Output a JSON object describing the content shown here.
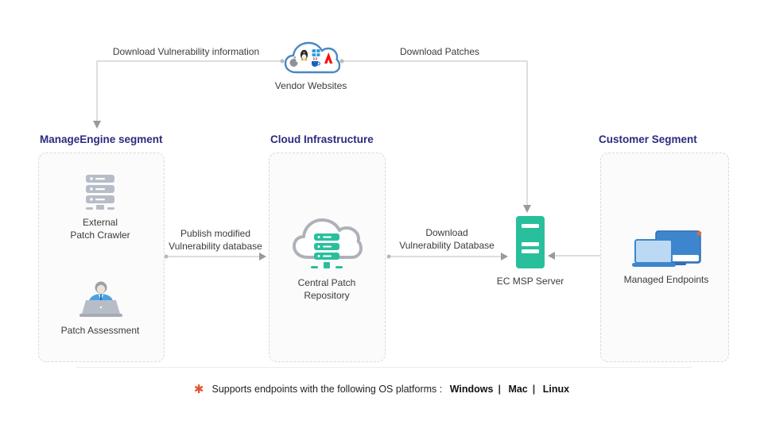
{
  "vendor": {
    "label": "Vendor Websites",
    "logos": [
      "apple",
      "linux",
      "windows",
      "java",
      "adobe"
    ]
  },
  "flows": {
    "download_vuln_info": "Download Vulnerability information",
    "download_patches": "Download Patches",
    "publish_line1": "Publish modified",
    "publish_line2": "Vulnerability database",
    "download_db_line1": "Download",
    "download_db_line2": "Vulnerability Database"
  },
  "segments": {
    "manageengine": {
      "title": "ManageEngine segment",
      "crawler_line1": "External",
      "crawler_line2": "Patch Crawler",
      "assessment": "Patch Assessment"
    },
    "cloud": {
      "title": "Cloud Infrastructure",
      "repo_line1": "Central Patch",
      "repo_line2": "Repository"
    },
    "customer": {
      "title": "Customer Segment",
      "endpoints": "Managed Endpoints",
      "endpoints_asterisk": "*"
    }
  },
  "server": {
    "label": "EC MSP Server"
  },
  "footer": {
    "asterisk": "✱",
    "text": "Supports endpoints with the following OS platforms :",
    "os": [
      "Windows",
      "Mac",
      "Linux"
    ],
    "separator": "|"
  },
  "colors": {
    "header_indigo": "#2b2b80",
    "green": "#29bf9c",
    "blue": "#4a86c5",
    "orange": "#e8512e",
    "line_gray": "#c9c9c9"
  }
}
